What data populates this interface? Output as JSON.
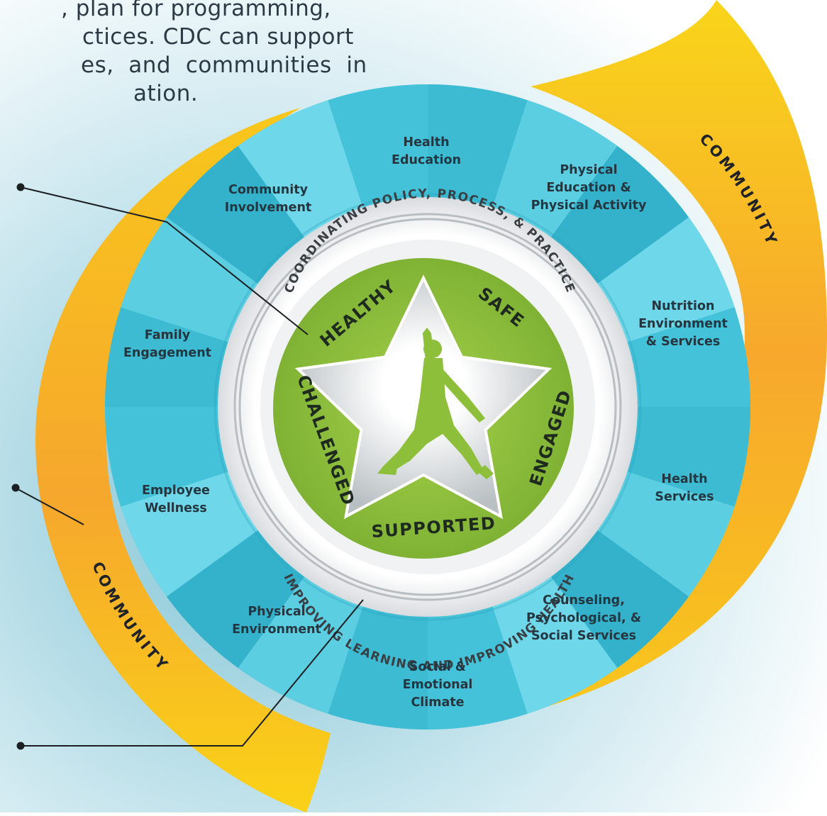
{
  "intro": {
    "lines": [
      ", plan for programming,",
      "ctices. CDC can support",
      "es,  and  communities  in",
      "ation."
    ]
  },
  "community_label": "COMMUNITY",
  "ring_text": {
    "top": "COORDINATING POLICY, PROCESS, & PRACTICE",
    "bottom": "IMPROVING LEARNING AND IMPROVING HEALTH"
  },
  "star_words": {
    "healthy": "HEALTHY",
    "safe": "SAFE",
    "engaged": "ENGAGED",
    "supported": "SUPPORTED",
    "challenged": "CHALLENGED"
  },
  "segments": [
    {
      "lines": [
        "Health",
        "Education"
      ]
    },
    {
      "lines": [
        "Physical",
        "Education &",
        "Physical Activity"
      ]
    },
    {
      "lines": [
        "Nutrition",
        "Environment",
        "& Services"
      ]
    },
    {
      "lines": [
        "Health",
        "Services"
      ]
    },
    {
      "lines": [
        "Counseling,",
        "Psychological, &",
        "Social Services"
      ]
    },
    {
      "lines": [
        "Social & Emotional",
        "Climate"
      ]
    },
    {
      "lines": [
        "Physical",
        "Environment"
      ]
    },
    {
      "lines": [
        "Employee",
        "Wellness"
      ]
    },
    {
      "lines": [
        "Family",
        "Engagement"
      ]
    },
    {
      "lines": [
        "Community",
        "Involvement"
      ]
    }
  ],
  "colors": {
    "wheel_teal": "#3fbfd6",
    "wheel_light": "#7fdff0",
    "arc_yellow": "#f7cf1a",
    "arc_orange": "#f6a42c",
    "star_green": "#8fc23a",
    "figure_green": "#8dbf3a",
    "ring_gray": "#e6e8ea",
    "text_dark": "#243640"
  }
}
